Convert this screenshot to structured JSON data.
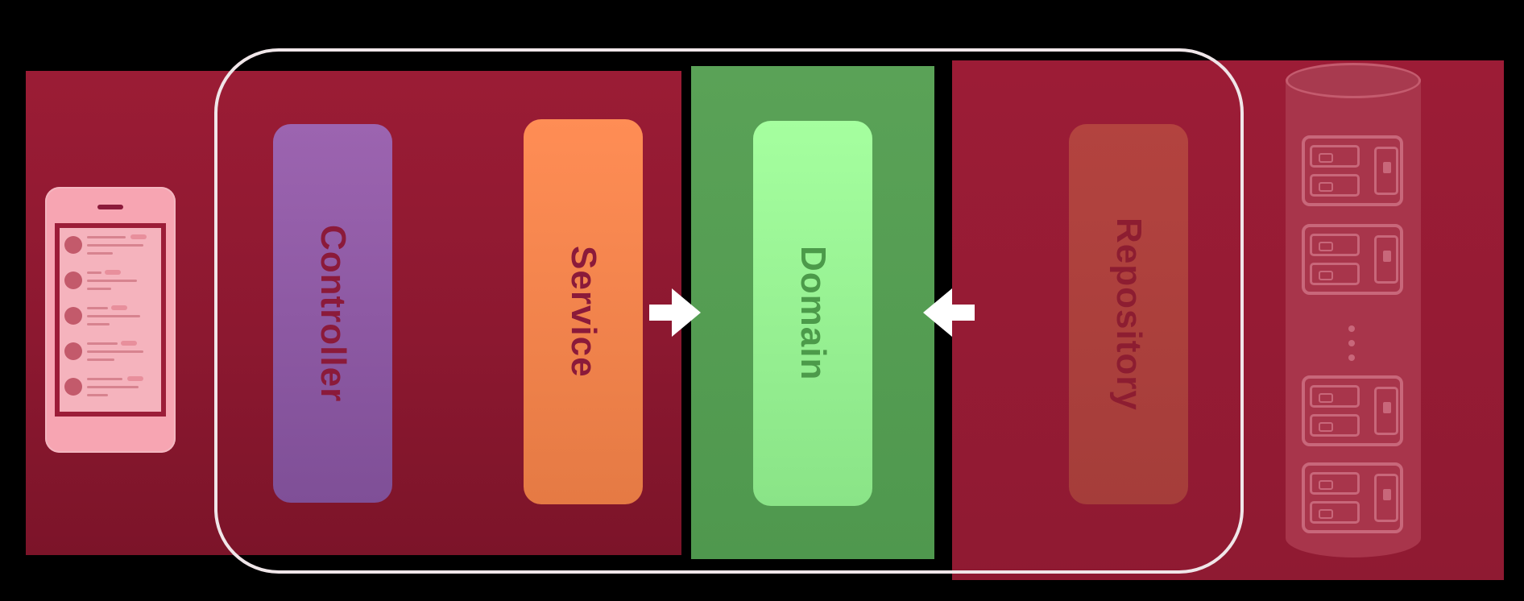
{
  "layers": {
    "controller": "Controller",
    "service": "Service",
    "domain": "Domain",
    "repository": "Repository"
  },
  "colors": {
    "background": "#000000",
    "outer_layer": "#9b1c35",
    "domain_layer": "#5aa257",
    "controller": "#9c64b0",
    "service": "#ff8d55",
    "domain": "#a5ff9f",
    "repository": "#b3433f",
    "boundary": "#f0e6e9"
  },
  "icons": {
    "client": "smartphone-icon",
    "database": "database-icon",
    "dependency_arrow": "arrow-right-icon",
    "inverse_arrow": "arrow-left-icon"
  }
}
